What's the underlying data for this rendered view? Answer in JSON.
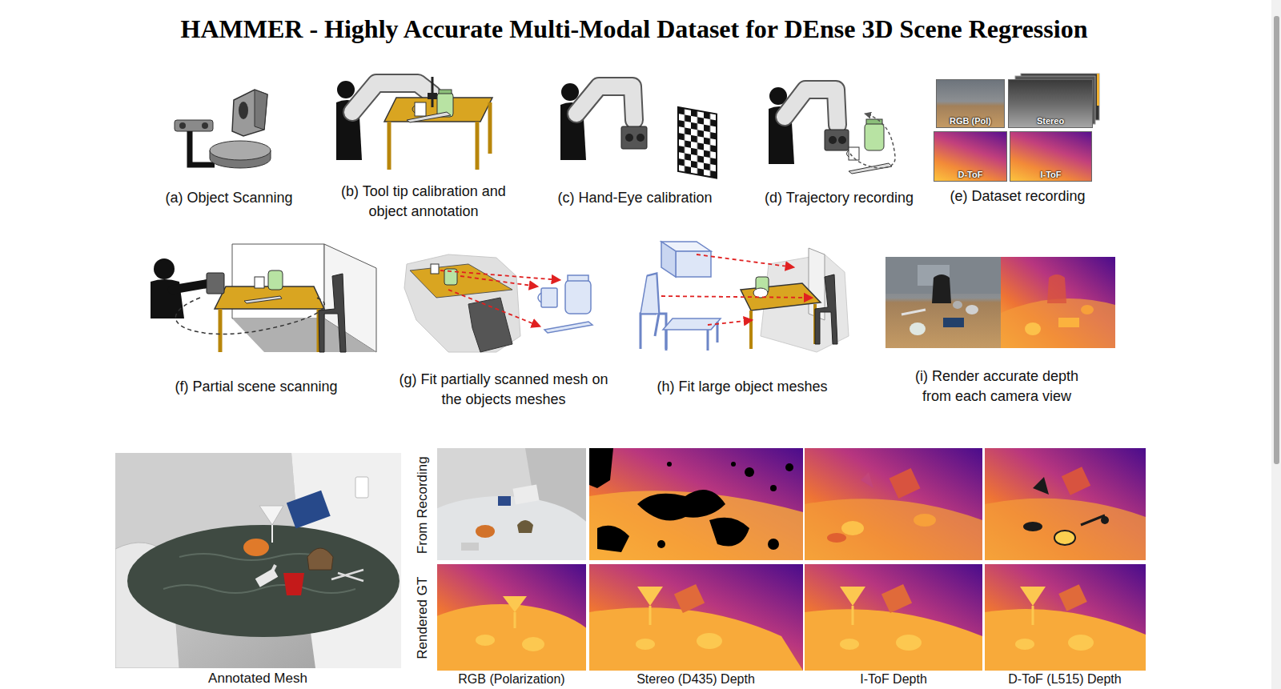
{
  "diagram": {
    "title": "HAMMER - Highly Accurate Multi-Modal Dataset for DEnse 3D Scene Regression",
    "nodes": [
      {
        "text": [
          "RGB (Pol)"
        ]
      },
      {
        "text": [
          "Stereo"
        ]
      },
      {
        "text": [
          "D-ToF"
        ]
      },
      {
        "text": [
          "I-ToF"
        ]
      }
    ],
    "labels": [
      "(a) Object Scanning",
      "(b) Tool tip calibration and object annotation",
      "(c) Hand-Eye calibration",
      "(d) Trajectory recording",
      "(e) Dataset recording",
      "(f) Partial scene scanning",
      "(g) Fit partially scanned mesh on the objects meshes",
      "(h) Fit large object meshes",
      "(i) Render accurate depth from each camera view",
      "Annotated Mesh",
      "From Recording",
      "Rendered GT",
      "RGB (Polarization)",
      "Stereo (D435) Depth",
      "I-ToF Depth",
      "D-ToF (L515) Depth"
    ]
  }
}
